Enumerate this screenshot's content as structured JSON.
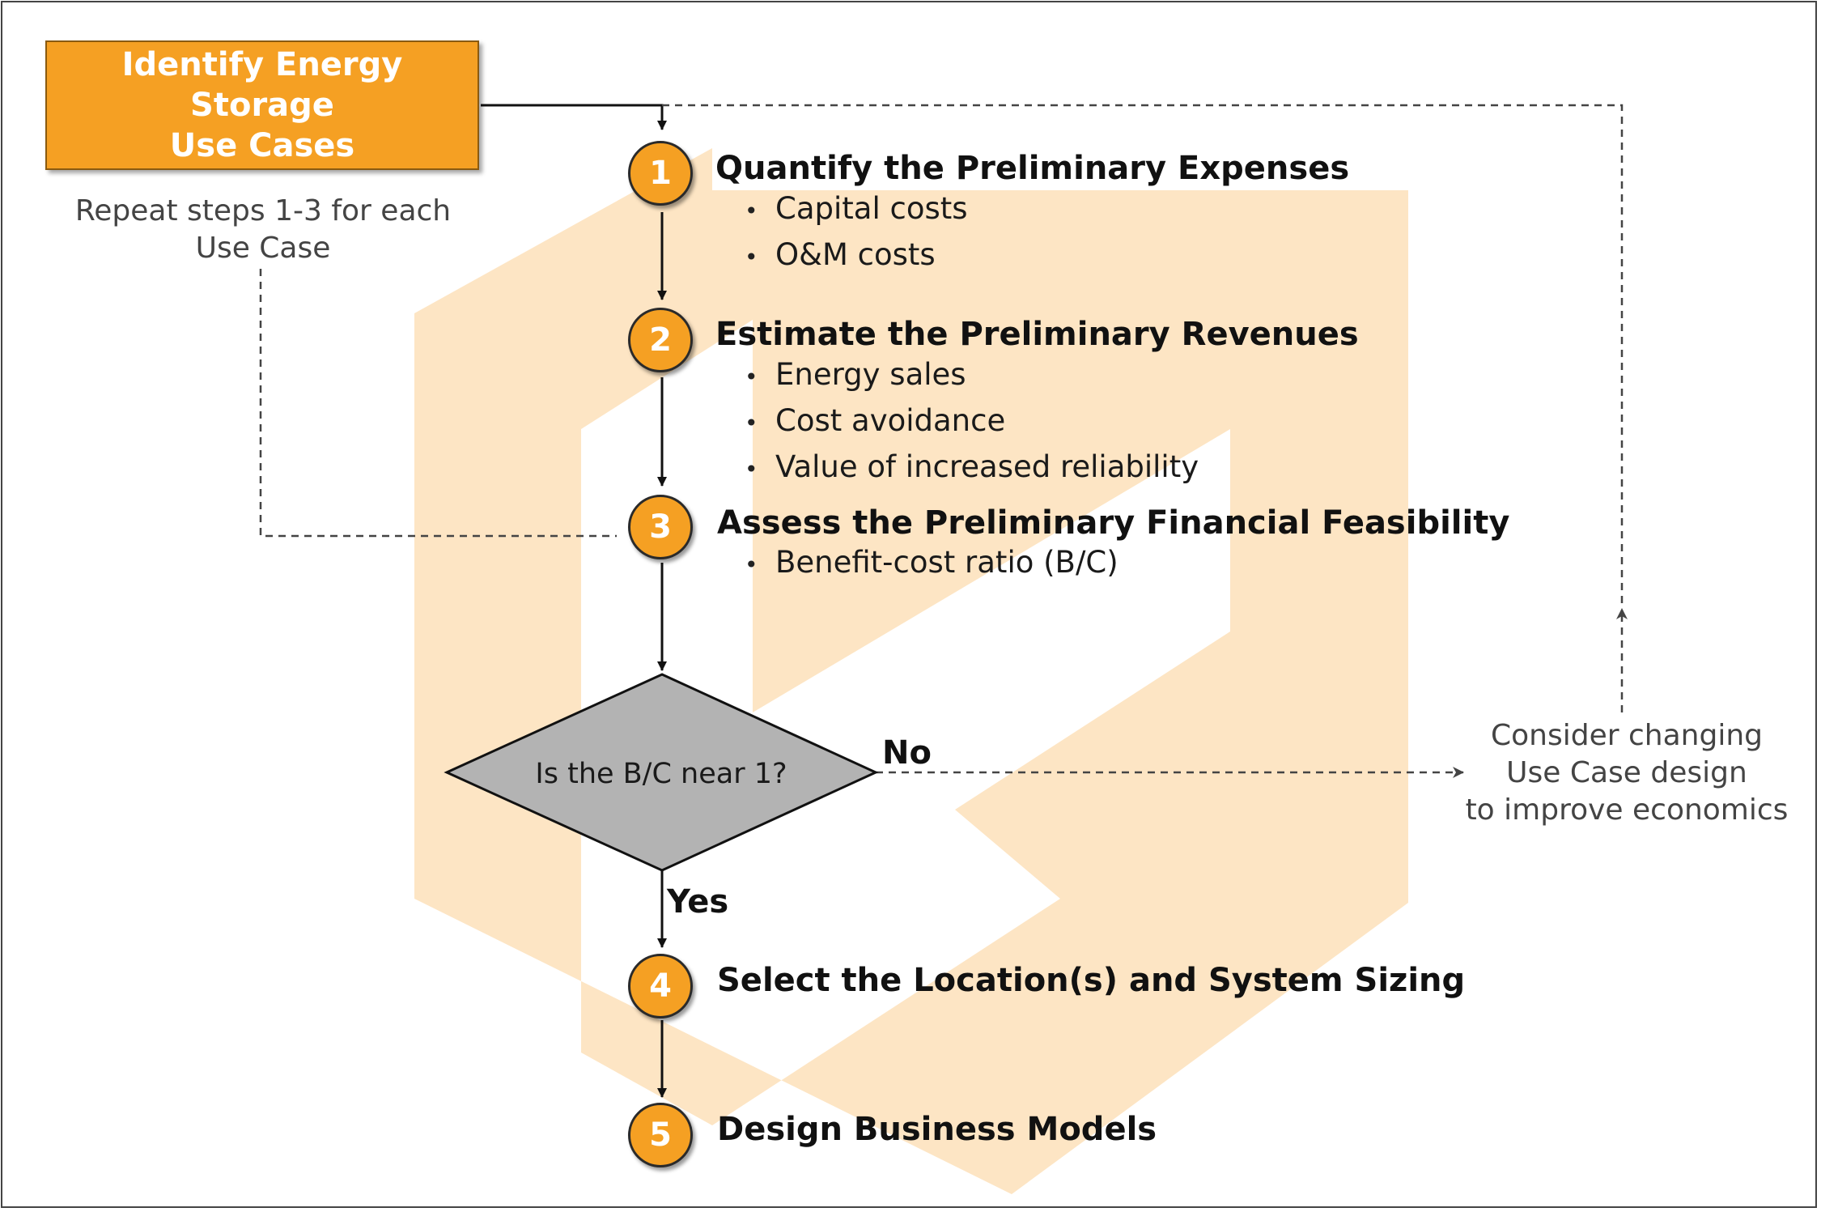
{
  "start_box": {
    "label": "Identify Energy Storage\nUse Cases"
  },
  "repeat_note": "Repeat steps 1-3 for each\nUse Case",
  "steps": [
    {
      "number": "1",
      "title": "Quantify the Preliminary Expenses",
      "bullets": [
        "Capital costs",
        "O&M costs"
      ]
    },
    {
      "number": "2",
      "title": "Estimate the Preliminary Revenues",
      "bullets": [
        "Energy sales",
        "Cost avoidance",
        "Value of increased reliability"
      ]
    },
    {
      "number": "3",
      "title": "Assess the Preliminary Financial Feasibility",
      "bullets": [
        "Benefit-cost ratio (B/C)"
      ]
    },
    {
      "number": "4",
      "title": "Select the Location(s) and System Sizing",
      "bullets": []
    },
    {
      "number": "5",
      "title": "Design Business Models",
      "bullets": []
    }
  ],
  "bullet_glyph": "•",
  "decision": {
    "question": "Is the B/C near 1?",
    "yes_label": "Yes",
    "no_label": "No"
  },
  "feedback_note": "Consider changing\nUse Case design\nto improve economics",
  "colors": {
    "accent": "#f5a023",
    "watermark": "#fde5c4",
    "decision_fill": "#b3b3b3"
  }
}
